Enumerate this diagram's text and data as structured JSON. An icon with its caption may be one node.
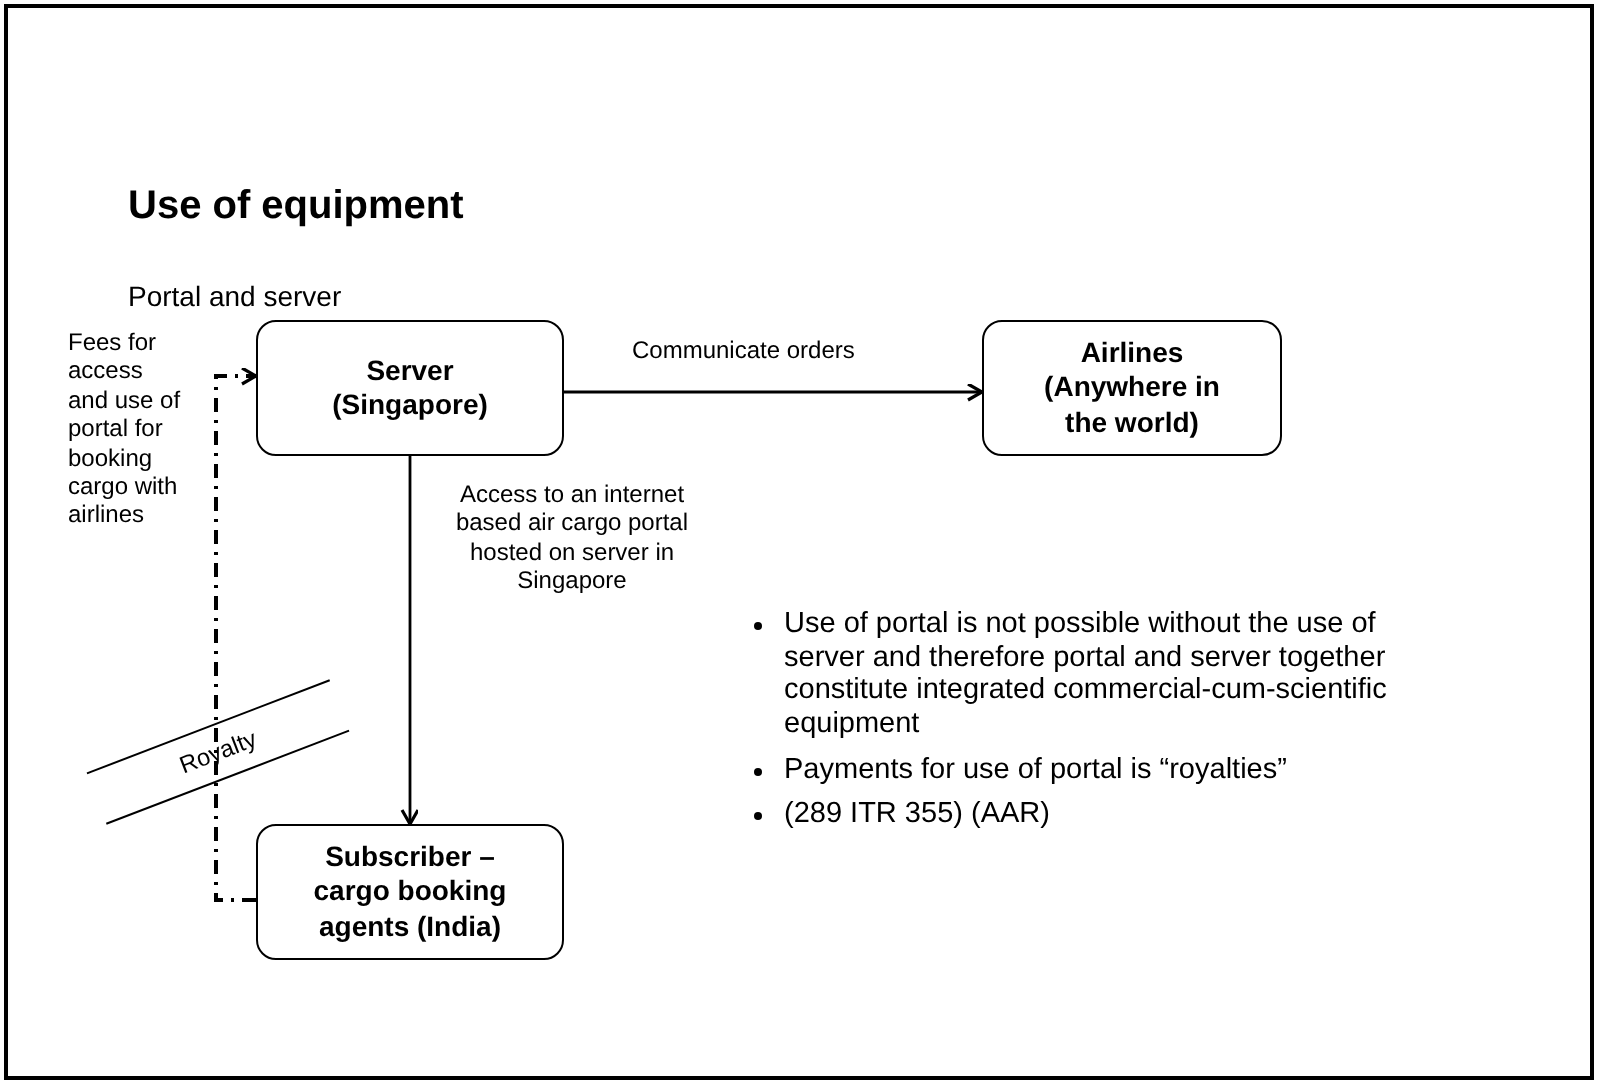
{
  "diagram": {
    "title": "Use of equipment",
    "nodes": [
      {
        "text": [
          "Server (Singapore)"
        ]
      },
      {
        "text": [
          "Airlines (Anywhere in the world)"
        ]
      },
      {
        "text": [
          "Subscriber – cargo booking agents (India)"
        ]
      }
    ],
    "edges": [
      {
        "from": 0,
        "to": 1,
        "arrow": "to",
        "label": "Communicate orders"
      },
      {
        "from": 0,
        "to": 2,
        "arrow": "to",
        "label": "Access to an internet based air cargo portal hosted on server in Singapore"
      },
      {
        "from": 2,
        "to": 0,
        "arrow": "to",
        "style": "dashed",
        "label": "Fees for access and use of portal for booking cargo with airlines"
      }
    ],
    "labels": [
      "Portal and server",
      "Royalty",
      "Use of portal is not possible without the use of server and therefore portal and server together constitute integrated commercial-cum-scientific equipment",
      "Payments for use of portal is “royalties”",
      "(289 ITR 355) (AAR)"
    ]
  }
}
